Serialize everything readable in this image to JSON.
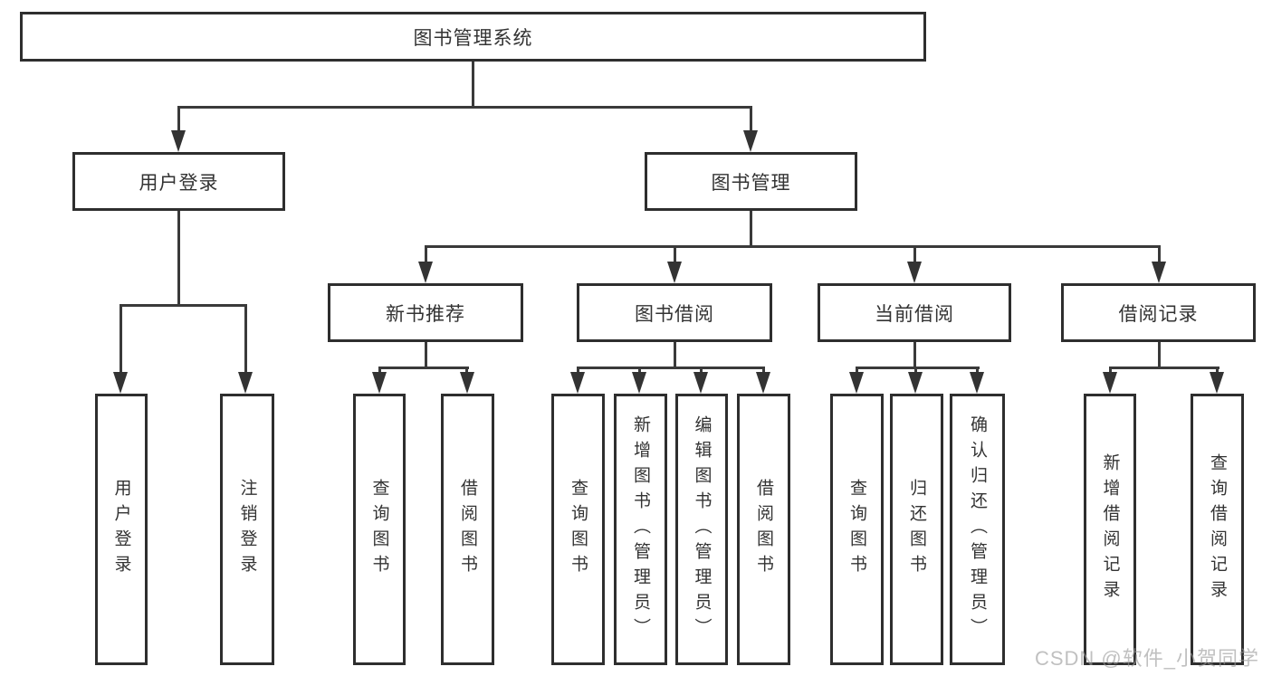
{
  "diagram": {
    "title": "图书管理系统",
    "branches": [
      {
        "label": "用户登录",
        "children": [
          {
            "label": "用户登录"
          },
          {
            "label": "注销登录"
          }
        ]
      },
      {
        "label": "图书管理",
        "children": [
          {
            "label": "新书推荐",
            "children": [
              {
                "label": "查询图书"
              },
              {
                "label": "借阅图书"
              }
            ]
          },
          {
            "label": "图书借阅",
            "children": [
              {
                "label": "查询图书"
              },
              {
                "label": "新增图书（管理员）"
              },
              {
                "label": "编辑图书（管理员）"
              },
              {
                "label": "借阅图书"
              }
            ]
          },
          {
            "label": "当前借阅",
            "children": [
              {
                "label": "查询图书"
              },
              {
                "label": "归还图书"
              },
              {
                "label": "确认归还（管理员）"
              }
            ]
          },
          {
            "label": "借阅记录",
            "children": [
              {
                "label": "新增借阅记录"
              },
              {
                "label": "查询借阅记录"
              }
            ]
          }
        ]
      }
    ]
  },
  "watermark": "CSDN @软件_小贺同学",
  "colors": {
    "background": "#ffffff",
    "node_border": "#2e2e2e",
    "connector_line": "#3a3a3a",
    "text": "#333333",
    "watermark": "#9a9a9a"
  }
}
